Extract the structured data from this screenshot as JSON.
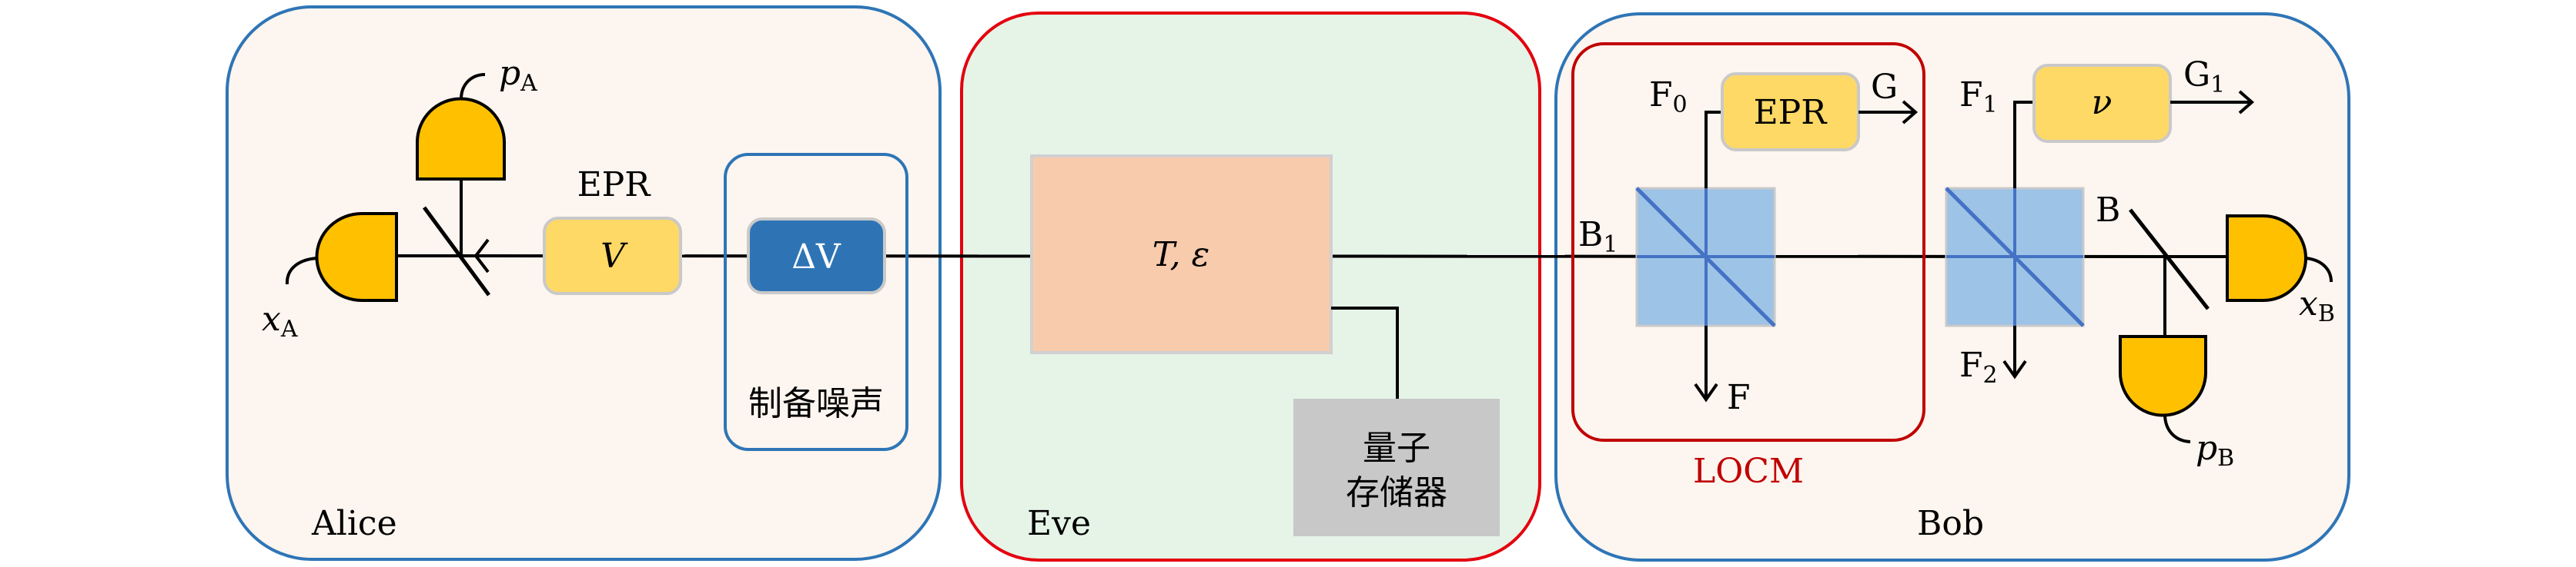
{
  "alice": {
    "title": "Alice",
    "epr_label": "EPR",
    "v_box": "V",
    "noise_box": "ΔV",
    "noise_caption": "制备噪声",
    "x_label": "x",
    "x_sub": "A",
    "p_label": "p",
    "p_sub": "A"
  },
  "eve": {
    "title": "Eve",
    "channel_box": "T, ε",
    "memory_line1": "量子",
    "memory_line2": "存储器"
  },
  "bob": {
    "title": "Bob",
    "locm_title": "LOCM",
    "epr_box": "EPR",
    "nu_box": "ν",
    "b1": "B",
    "b1_sub": "1",
    "f0": "F",
    "f0_sub": "0",
    "g": "G",
    "f": "F",
    "f1": "F",
    "f1_sub": "1",
    "g1": "G",
    "g1_sub": "1",
    "f2": "F",
    "f2_sub": "2",
    "b": "B",
    "x_label": "x",
    "x_sub": "B",
    "p_label": "p",
    "p_sub": "B"
  },
  "colors": {
    "party_border": "#2e75b6",
    "eve_border": "#e3000f",
    "locm_border": "#c00000",
    "detector": "#ffc000",
    "yellow_box": "#ffd966",
    "noise_fill": "#2e74b5",
    "channel_fill": "#f8cbad",
    "memory_fill": "#c8c8c8",
    "beamsplitter": "#9dc3e6"
  }
}
